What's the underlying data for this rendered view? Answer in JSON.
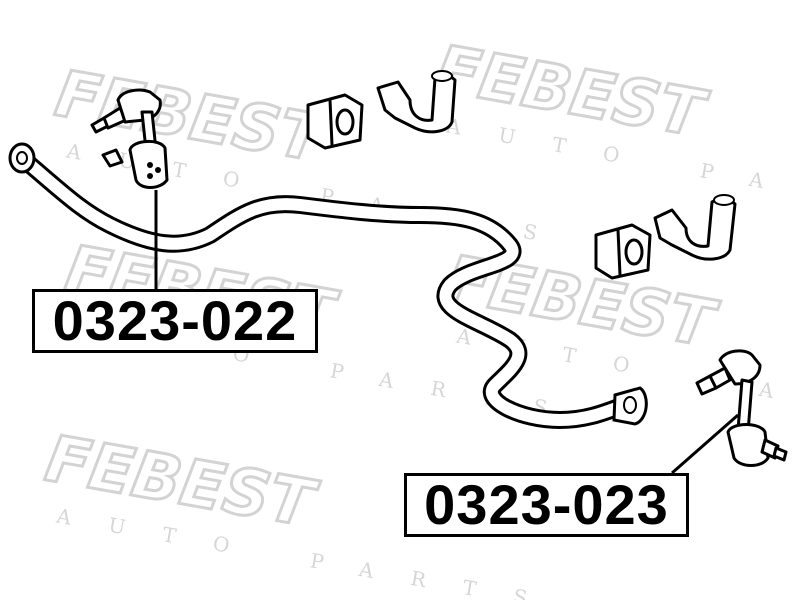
{
  "watermark": {
    "brand": "FEBEST",
    "subtitle": "AUTO PARTS"
  },
  "part_numbers": {
    "left": "0323-022",
    "right": "0323-023"
  }
}
